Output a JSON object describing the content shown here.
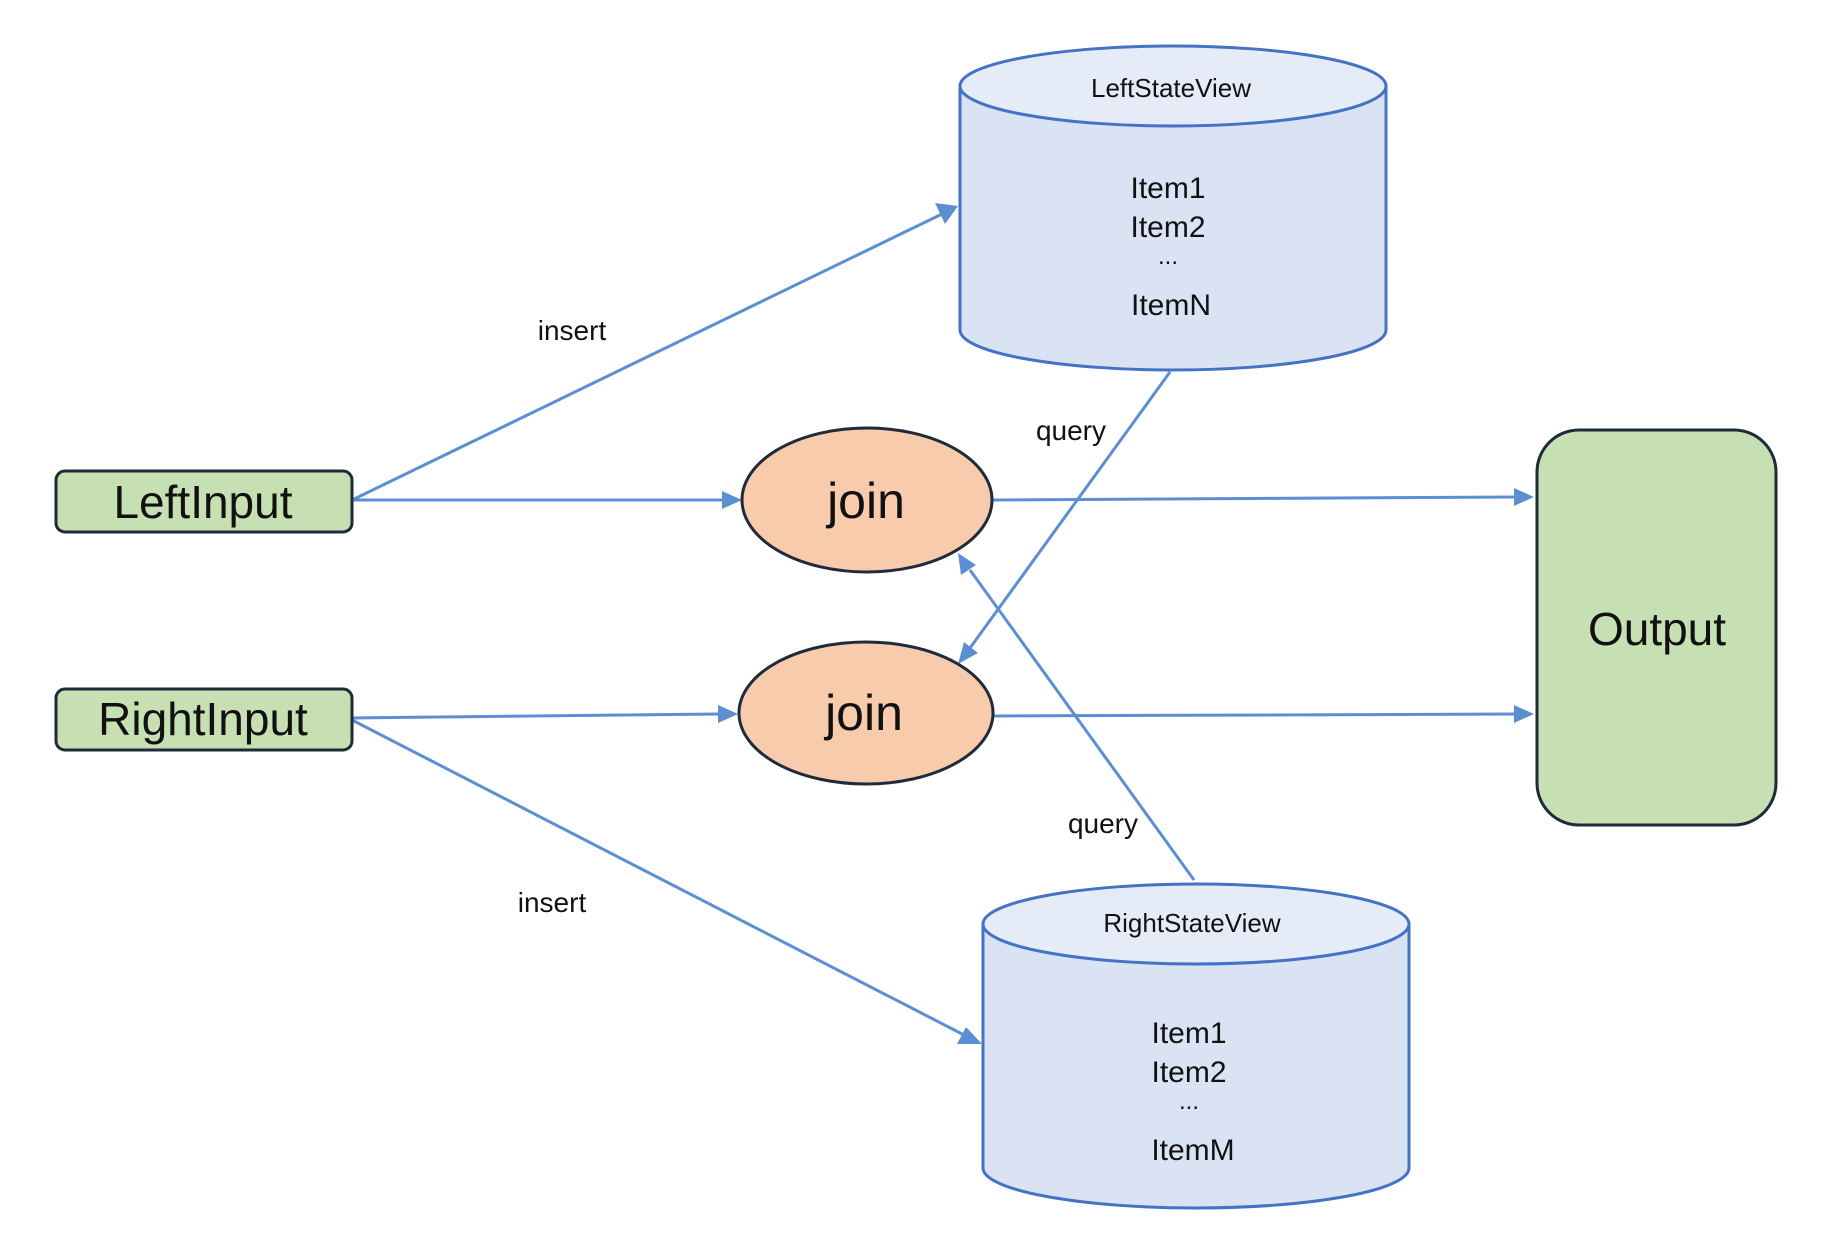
{
  "nodes": {
    "left_input": {
      "label": "LeftInput"
    },
    "right_input": {
      "label": "RightInput"
    },
    "join_top": {
      "label": "join"
    },
    "join_bottom": {
      "label": "join"
    },
    "output": {
      "label": "Output"
    },
    "left_state_view": {
      "title": "LeftStateView",
      "items": [
        "Item1",
        "Item2",
        "...",
        "ItemN"
      ]
    },
    "right_state_view": {
      "title": "RightStateView",
      "items": [
        "Item1",
        "Item2",
        "...",
        "ItemM"
      ]
    }
  },
  "edges": {
    "insert_left": "insert",
    "insert_right": "insert",
    "query_left": "query",
    "query_right": "query"
  },
  "colors": {
    "input_fill": "#c6e0b4",
    "join_fill": "#f8cbad",
    "store_fill": "#dae3f3",
    "store_stroke": "#4472c4",
    "outline": "#1f2a3a",
    "arrow": "#5b8fd1"
  }
}
